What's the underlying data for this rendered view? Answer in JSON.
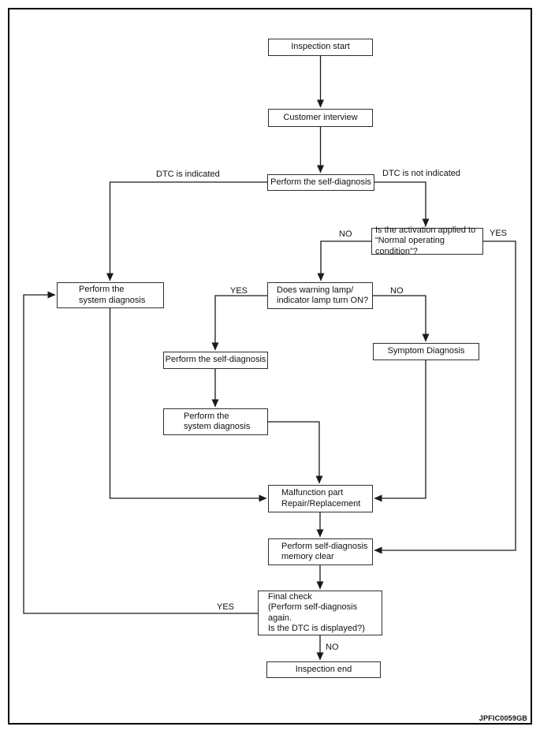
{
  "diagram": {
    "title": "Self-diagnosis inspection flowchart",
    "figure_code": "JPFIC0059GB",
    "colors": {
      "line": "#1a1a1a",
      "box_border": "#2f2f2f",
      "frame_border": "#000000",
      "background": "#ffffff",
      "text": "#111111"
    },
    "nodes": {
      "inspection_start": {
        "label": "Inspection start"
      },
      "customer_interview": {
        "label": "Customer interview"
      },
      "self_diagnosis_top": {
        "label": "Perform the self-diagnosis"
      },
      "activation_check": {
        "label": "Is the activation applied to\n“Normal operating condition”?"
      },
      "system_diagnosis_1": {
        "label": "Perform the\nsystem diagnosis"
      },
      "warning_lamp_check": {
        "label": "Does warning lamp/\nindicator lamp turn ON?"
      },
      "symptom_diagnosis": {
        "label": "Symptom Diagnosis"
      },
      "self_diagnosis_2": {
        "label": "Perform the self-diagnosis"
      },
      "system_diagnosis_2": {
        "label": "Perform the\nsystem diagnosis"
      },
      "malfunction_repair": {
        "label": "Malfunction part\nRepair/Replacement"
      },
      "memory_clear": {
        "label": "Perform self-diagnosis\nmemory clear"
      },
      "final_check": {
        "label": "Final check\n(Perform self-diagnosis again.\nIs the DTC is displayed?)"
      },
      "inspection_end": {
        "label": "Inspection end"
      }
    },
    "edge_labels": {
      "dtc_indicated": "DTC is indicated",
      "dtc_not_indicated": "DTC is not indicated",
      "activation_no": "NO",
      "activation_yes": "YES",
      "warning_yes": "YES",
      "warning_no": "NO",
      "final_yes": "YES",
      "final_no": "NO"
    }
  }
}
